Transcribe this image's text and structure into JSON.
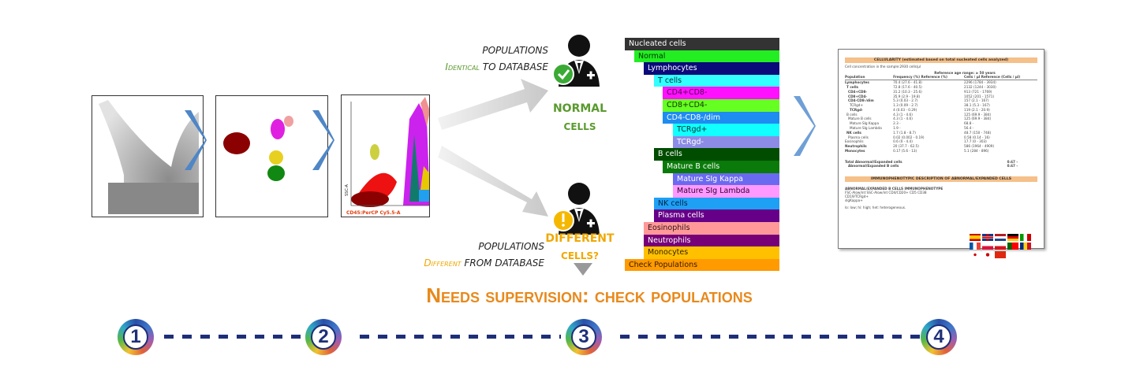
{
  "plots": {
    "plot3_x_label": "CD45:PerCP Cy5.5-A",
    "plot3_y_label": "SSC-A"
  },
  "top_branch": {
    "line1": "Populations",
    "line2_accent": "Identical",
    "line2_rest": "to database",
    "result_line1": "Normal",
    "result_line2": "cells",
    "accent_color": "#5a9a2e"
  },
  "bottom_branch": {
    "line1": "Populations",
    "line2_accent": "Different",
    "line2_rest": "from database",
    "result_line1": "Different",
    "result_line2": "cells?",
    "accent_color": "#f0a800"
  },
  "tree": [
    {
      "label": "Nucleated cells",
      "color": "#333333",
      "text": "#ffffff",
      "level": 0
    },
    {
      "label": "Normal",
      "color": "#22ee22",
      "text": "#003300",
      "level": 1
    },
    {
      "label": "Lymphocytes",
      "color": "#0a0a7a",
      "text": "#ffffff",
      "level": 2
    },
    {
      "label": "T cells",
      "color": "#33ffff",
      "text": "#003333",
      "level": 3
    },
    {
      "label": "CD4+CD8-",
      "color": "#ff11ff",
      "text": "#550055",
      "level": 4
    },
    {
      "label": "CD8+CD4-",
      "color": "#66ff22",
      "text": "#113300",
      "level": 4
    },
    {
      "label": "CD4-CD8-/dim",
      "color": "#1e8cf0",
      "text": "#ffffff",
      "level": 4
    },
    {
      "label": "TCRgd+",
      "color": "#11ffff",
      "text": "#003333",
      "level": 5
    },
    {
      "label": "TCRgd-",
      "color": "#8c8ce6",
      "text": "#ffffff",
      "level": 5
    },
    {
      "label": "B cells",
      "color": "#004d00",
      "text": "#ffffff",
      "level": 3
    },
    {
      "label": "Mature B cells",
      "color": "#0a7a0a",
      "text": "#ffffff",
      "level": 4
    },
    {
      "label": "Mature SIg Kappa",
      "color": "#6a6af0",
      "text": "#ffffff",
      "level": 5
    },
    {
      "label": "Mature SIg Lambda",
      "color": "#ff99ff",
      "text": "#330033",
      "level": 5
    },
    {
      "label": "NK cells",
      "color": "#1ea0f5",
      "text": "#002244",
      "level": 3
    },
    {
      "label": "Plasma cells",
      "color": "#660088",
      "text": "#ffffff",
      "level": 3
    },
    {
      "label": "Eosinophils",
      "color": "#ff9999",
      "text": "#331111",
      "level": 2
    },
    {
      "label": "Neutrophils",
      "color": "#770077",
      "text": "#ffffff",
      "level": 2
    },
    {
      "label": "Monocytes",
      "color": "#ffc000",
      "text": "#332200",
      "level": 2
    },
    {
      "label": "Check Populations",
      "color": "#ff9a00",
      "text": "#331a00",
      "level": 0
    }
  ],
  "report": {
    "title": "CELLULARITY (estimated based on total nucleated cells analyzed)",
    "concentration": "Cell concentration in the sample:2930 cells/µl",
    "ref_range": "Reference age range: ≥ 50 years",
    "headers": [
      "Population",
      "Frequency (%) Reference (%)",
      "Cells / µl Reference (Cells / µl)"
    ],
    "rows": [
      [
        "Lymphocytes",
        "70.4 (27.6 - 41.8)",
        "2296 (1784 - 3934)"
      ],
      [
        "T cells",
        "72.8 (17.6 - 40.5)",
        "2132 (1244 - 3030)"
      ],
      [
        "CD4+CD8-",
        "31.2 (10.3 - 25.6)",
        "913 (721 - 1769)"
      ],
      [
        "CD8+CD4-",
        "35.9 (2.9 - 19.8)",
        "1052 (201 - 1571)"
      ],
      [
        "CD4-CD8-/dim",
        "5.3 (0.03 - 2.7)",
        "157 (2.1 - 167)"
      ],
      [
        "TCRgd+",
        "1.3 (0.09 - 2.7)",
        "38.1 (5.3 - 167)"
      ],
      [
        "TCRgd-",
        "4 (0.03 - 0.29)",
        "119 (2.1 - 20.9)"
      ],
      [
        "B cells",
        "4.3 (1 - 4.6)",
        "125 (69.9 - 384)"
      ],
      [
        "Mature B cells",
        "4.3 (1 - 4.6)",
        "125 (69.9 - 384)"
      ],
      [
        "Mature SIg Kappa",
        "2.3 -",
        "68.8 -"
      ],
      [
        "Mature SIg Lambda",
        "1.9 -",
        "56.4 -"
      ],
      [
        "NK cells",
        "1.7 (1.8 - 8.7)",
        "48.7 (150 - 748)"
      ],
      [
        "Plasma cells",
        "0.02 (0.002 - 0.19)",
        "0.58 (0.14 - 16)"
      ],
      [
        "Eosinophils",
        "0.6 (0 - 4.4)",
        "17.7 (0 - 303)"
      ],
      [
        "Neutrophils",
        "20 (37.7 - 62.5)",
        "586 (1964 - 4909)"
      ],
      [
        "Monocytes",
        "0.17 (5.6 - 13)",
        "5.1 (284 - 896)"
      ]
    ],
    "total1": "Total Abnormal/Expanded cells",
    "total1_val": "0.67 -",
    "total2": "Abnormal/Expanded B cells",
    "total2_val": "0.67 -",
    "section2": "IMMUNOPHENOTYPIC DESCRIPTION OF ABNORMAL/EXPANDED CELLS",
    "desc_title": "ABNORMAL/EXPANDED B CELLS IMMUNOPHENOTYPE",
    "desc_line1": "FSC-Alow/int SSC-Alow/int CD4/CD20+ CD5 CD38",
    "desc_line2": "CD19/TCRgd+",
    "desc_line3": "sIgKappa+",
    "desc_line4": "lo: low; hi: high; het: heterogeneous."
  },
  "headline": "Needs supervision: check populations",
  "headline_color": "#e8891c",
  "steps": [
    "1",
    "2",
    "3",
    "4"
  ]
}
